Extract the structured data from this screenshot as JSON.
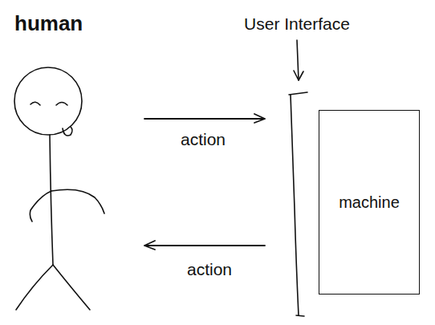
{
  "diagram": {
    "nodes": [
      {
        "text": [
          "human"
        ]
      },
      {
        "text": [
          "User Interface"
        ]
      },
      {
        "text": [
          "machine"
        ]
      }
    ],
    "edges": [
      {
        "from": 0,
        "to": 1,
        "label": "action",
        "arrow": "to"
      },
      {
        "from": 1,
        "to": 0,
        "label": "action",
        "arrow": "to"
      }
    ]
  }
}
